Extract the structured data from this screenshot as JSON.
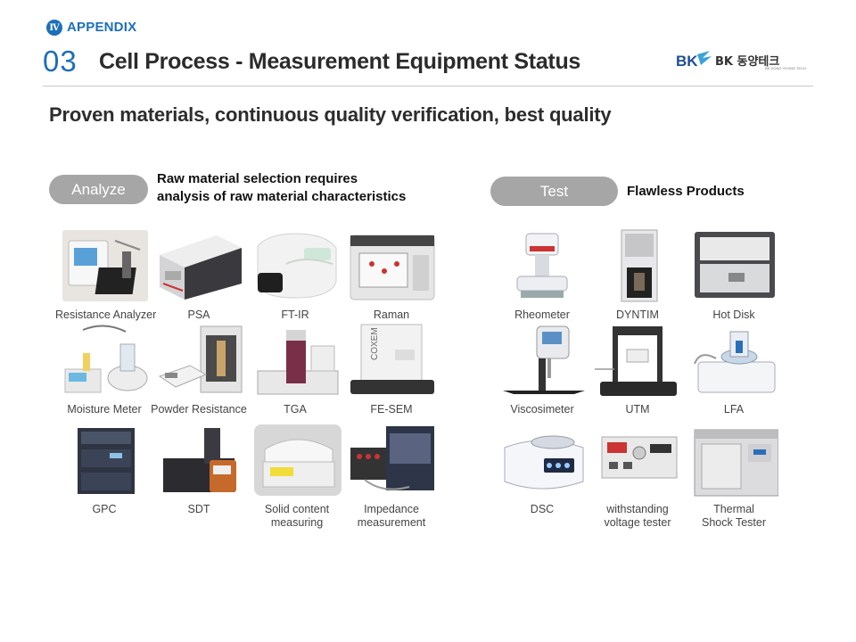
{
  "header": {
    "badge": "Ⅳ",
    "appendix": "APPENDIX",
    "section_number": "03",
    "title": "Cell Process - Measurement Equipment Status",
    "logo_text": "BK 동양테크"
  },
  "subtitle": "Proven materials, continuous quality verification, best quality",
  "analyze": {
    "pill": "Analyze",
    "desc_line1": "Raw material selection requires",
    "desc_line2": "analysis of raw material characteristics",
    "items": [
      {
        "label": "Resistance Analyzer"
      },
      {
        "label": "PSA"
      },
      {
        "label": "FT-IR"
      },
      {
        "label": "Raman"
      },
      {
        "label": "Moisture Meter"
      },
      {
        "label": "Powder Resistance"
      },
      {
        "label": "TGA"
      },
      {
        "label": "FE-SEM"
      },
      {
        "label": "GPC"
      },
      {
        "label": "SDT"
      },
      {
        "label_line1": "Solid content",
        "label_line2": "measuring"
      },
      {
        "label_line1": "Impedance",
        "label_line2": "measurement"
      }
    ]
  },
  "test": {
    "pill": "Test",
    "desc": "Flawless Products",
    "items": [
      {
        "label": "Rheometer"
      },
      {
        "label": "DYNTIM"
      },
      {
        "label": "Hot Disk"
      },
      {
        "label": "Viscosimeter"
      },
      {
        "label": "UTM"
      },
      {
        "label": "LFA"
      },
      {
        "label": "DSC"
      },
      {
        "label_line1": "withstanding",
        "label_line2": "voltage tester"
      },
      {
        "label_line1": "Thermal",
        "label_line2": "Shock Tester"
      }
    ]
  },
  "colors": {
    "accent": "#1d6fb8",
    "pill": "#a6a6a6",
    "rule": "#c9c9c9"
  }
}
